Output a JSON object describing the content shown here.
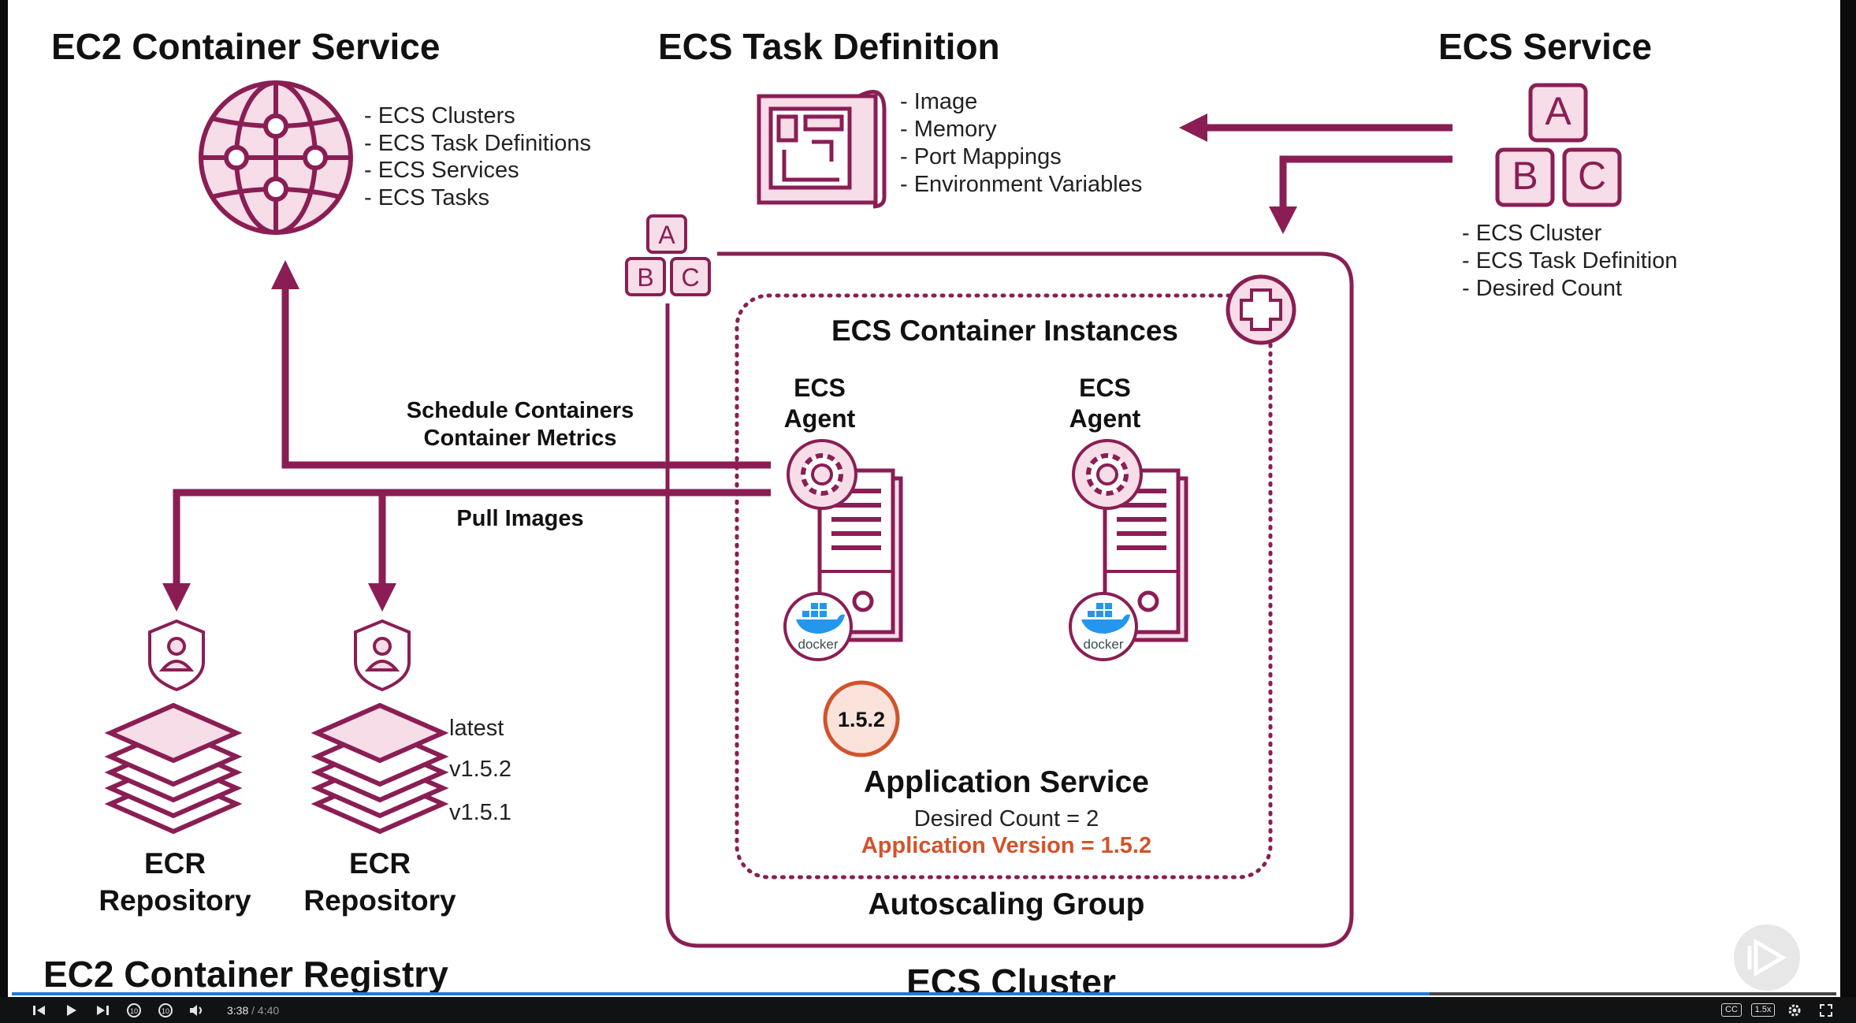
{
  "colors": {
    "maroon": "#8a1e54",
    "light_pink": "#f6dde8",
    "version_orange": "#d2532a",
    "progress_blue": "#1f7bd6"
  },
  "slide": {
    "ec2_container_service": {
      "title": "EC2 Container Service",
      "icon": "globe-network-icon",
      "items": [
        "- ECS Clusters",
        "- ECS Task Definitions",
        "- ECS Services",
        "- ECS Tasks"
      ]
    },
    "task_definition": {
      "title": "ECS Task Definition",
      "icon": "blueprint-icon",
      "items": [
        "- Image",
        "- Memory",
        "- Port Mappings",
        "- Environment Variables"
      ]
    },
    "ecs_service": {
      "title": "ECS Service",
      "icon": "abc-blocks-icon",
      "blocks": [
        "A",
        "B",
        "C"
      ],
      "items": [
        "- ECS Cluster",
        "- ECS Task Definition",
        "- Desired Count"
      ]
    },
    "flows": {
      "schedule": "Schedule Containers",
      "metrics": "Container Metrics",
      "pull": "Pull Images"
    },
    "cluster": {
      "container_instances_title": "ECS Container Instances",
      "agent_label_1": "ECS",
      "agent_label_2": "Agent",
      "docker_label": "docker",
      "version_badge": "1.5.2",
      "app_service_title": "Application Service",
      "desired_count": "Desired Count = 2",
      "app_version": "Application Version = 1.5.2",
      "autoscaling": "Autoscaling Group",
      "cluster_title": "ECS Cluster"
    },
    "registry": {
      "repo_label_1": "ECR",
      "repo_label_2": "Repository",
      "tags": [
        "latest",
        "v1.5.2",
        "v1.5.1"
      ],
      "title": "EC2 Container Registry"
    }
  },
  "player": {
    "current_time": "3:38",
    "separator": " / ",
    "duration": "4:40",
    "progress": 0.777,
    "cc_label": "CC",
    "speed": "1.5x",
    "icons": [
      "skip-back-icon",
      "play-icon",
      "skip-forward-icon",
      "rewind-10-icon",
      "forward-10-icon",
      "volume-icon",
      "captions-icon",
      "speed-icon",
      "settings-icon",
      "fullscreen-icon"
    ]
  }
}
